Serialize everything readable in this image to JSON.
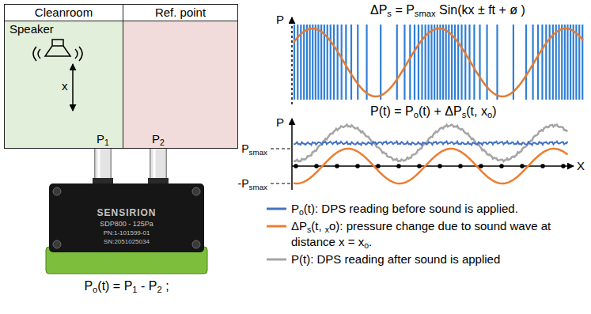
{
  "diagram": {
    "nodes": [
      {
        "text": [
          "Cleanroom"
        ]
      },
      {
        "text": [
          "Ref. point"
        ]
      },
      {
        "text": [
          "SENSIRION",
          "SDP800 - 125Pa",
          "PN:1-101599-01",
          "SN:2051025034"
        ]
      }
    ],
    "edges": [
      {
        "from": 0,
        "to": 2,
        "arrow": "none",
        "label": "P1"
      },
      {
        "from": 1,
        "to": 2,
        "arrow": "none",
        "label": "P2"
      }
    ],
    "labels": [
      "Speaker",
      "x",
      "ΔPs = Psmax Sin(kx ± ft + ø )",
      "P",
      "P(t) = Po(t) + ΔPs(t, xo)",
      "P",
      "Psmax",
      "-Psmax",
      "X",
      "Po(t) = P1 - P2 ;"
    ],
    "legend": [
      {
        "text": "Po(t): DPS reading before sound is applied."
      },
      {
        "text": "ΔPs(t, xo): pressure change due to sound wave at distance x = xo."
      },
      {
        "text": "P(t): DPS reading after sound is applied"
      }
    ]
  }
}
